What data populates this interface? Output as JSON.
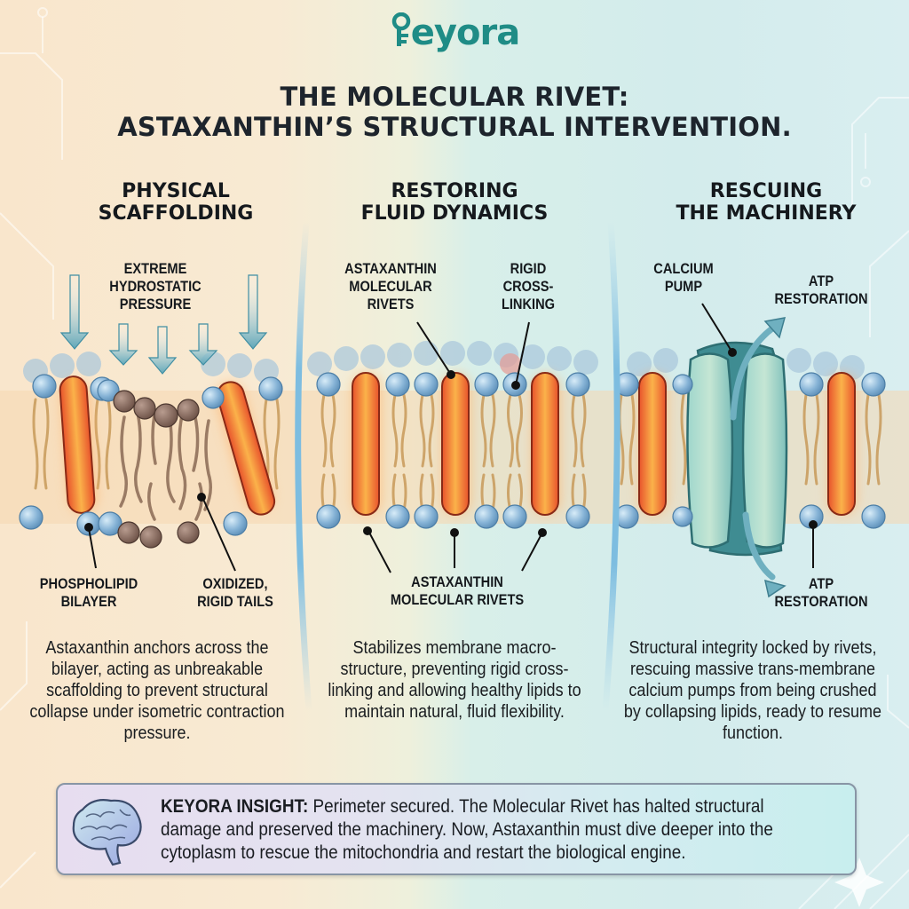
{
  "brand": {
    "name": "eyora",
    "logo_label": "Keyora",
    "color": "#1f8c86"
  },
  "title": {
    "line1": "THE MOLECULAR RIVET:",
    "line2": "ASTAXANTHIN’S STRUCTURAL INTERVENTION."
  },
  "columns": [
    {
      "heading_line1": "PHYSICAL",
      "heading_line2": "SCAFFOLDING",
      "labels": {
        "pressure": [
          "EXTREME",
          "HYDROSTATIC",
          "PRESSURE"
        ],
        "bilayer": [
          "PHOSPHOLIPID",
          "BILAYER"
        ],
        "tails": [
          "OXIDIZED,",
          "RIGID TAILS"
        ]
      },
      "description": "Astaxanthin anchors across the bilayer, acting as unbreakable scaffolding to prevent structural collapse under isometric contraction pressure."
    },
    {
      "heading_line1": "RESTORING",
      "heading_line2": "FLUID DYNAMICS",
      "labels": {
        "rivets_top": [
          "ASTAXANTHIN",
          "MOLECULAR",
          "RIVETS"
        ],
        "crosslink": [
          "RIGID",
          "CROSS-",
          "LINKING"
        ],
        "rivets_bottom": [
          "ASTAXANTHIN",
          "MOLECULAR RIVETS"
        ]
      },
      "description": "Stabilizes membrane macro-structure, preventing rigid cross-linking and allowing healthy lipids to maintain natural, fluid flexibility."
    },
    {
      "heading_line1": "RESCUING",
      "heading_line2": "THE MACHINERY",
      "labels": {
        "pump": [
          "CALCIUM",
          "PUMP"
        ],
        "atp_top": [
          "ATP",
          "RESTORATION"
        ],
        "atp_bottom": [
          "ATP",
          "RESTORATION"
        ]
      },
      "description": "Structural integrity locked by rivets, rescuing massive trans-membrane calcium pumps from being crushed by collapsing lipids, ready to resume function."
    }
  ],
  "insight": {
    "icon": "brain-icon",
    "label": "KEYORA INSIGHT:",
    "text": " Perimeter secured. The Molecular Rivet has halted structural damage and preserved the machinery. Now, Astaxanthin must dive deeper into the cytoplasm to rescue the mitochondria and restart the biological engine."
  },
  "colors": {
    "rivet": "#f07a3a",
    "lipid_head": "#8fb8d8",
    "oxidized_head": "#8a6e64",
    "pump": "#5fa8a8",
    "arrow": "#6fb0c0"
  }
}
